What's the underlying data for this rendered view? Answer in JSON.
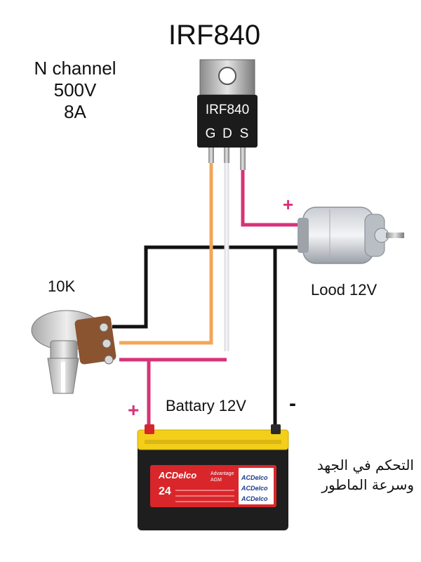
{
  "title": "IRF840",
  "specs": [
    "N channel",
    "500V",
    "8A"
  ],
  "mosfet": {
    "label": "IRF840",
    "pins": [
      "G",
      "D",
      "S"
    ]
  },
  "potentiometer_label": "10K",
  "load_label": "Lood 12V",
  "battery_label": "Battary 12V",
  "positive_sign": "+",
  "negative_sign": "-",
  "battery_brand": {
    "logo": "ACDelco",
    "tag": "Advantage",
    "tag2": "AGM",
    "group": "24",
    "side_logos": [
      "ACDelco",
      "ACDelco",
      "ACDelco"
    ]
  },
  "note_lines": [
    "التحكم في الجهد",
    "وسرعة الماطور"
  ],
  "colors": {
    "gate_wire": "#f2a65a",
    "drain_wire": "#d6337a",
    "source_wire": "#e8e8ee",
    "ground_wire": "#111111",
    "battery_top": "#f3cf1a",
    "battery_label": "#d9262b"
  }
}
